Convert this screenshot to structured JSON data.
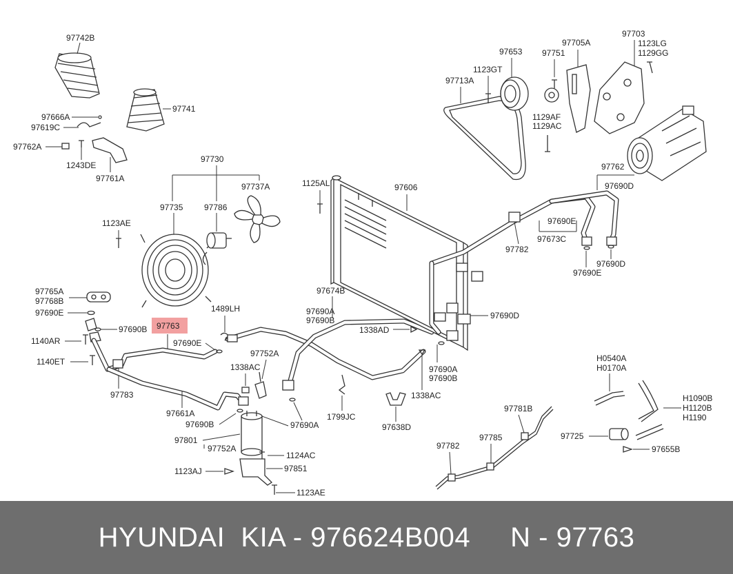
{
  "labels": {
    "l97742b": "97742B",
    "l97741": "97741",
    "l97666a": "97666A",
    "l97619c": "97619C",
    "l97762a": "97762A",
    "l1243de": "1243DE",
    "l97761a": "97761A",
    "l97730": "97730",
    "l97735": "97735",
    "l97786": "97786",
    "l97737a": "97737A",
    "l1123ae_top": "1123AE",
    "l97765a": "97765A",
    "l97768b": "97768B",
    "l97690e_left": "97690E",
    "l97690b_left": "97690B",
    "l97763": "97763",
    "l1140ar": "1140AR",
    "l1140et": "1140ET",
    "l97783": "97783",
    "l1489lh": "1489LH",
    "l97690e_mid": "97690E",
    "l97661a": "97661A",
    "l97674b": "97674B",
    "l97690a_mid": "97690A",
    "l97690b_mid": "97690B",
    "l1338ad": "1338AD",
    "l97752a_top": "97752A",
    "l1338ac_left": "1338AC",
    "l97690b_low": "97690B",
    "l97690a_low": "97690A",
    "l97801": "97801",
    "l97752a_low": "97752A",
    "l1124ac": "1124AC",
    "l1123aj": "1123AJ",
    "l97851": "97851",
    "l1123ae_bottom": "1123AE",
    "l1799jc": "1799JC",
    "l97638d": "97638D",
    "l1338ac_right": "1338AC",
    "l97690a_right": "97690A",
    "l97690b_right": "97690B",
    "l1125al": "1125AL",
    "l97606": "97606",
    "l97690d_mid": "97690D",
    "l97782_upper": "97782",
    "l97673c": "97673C",
    "l97690e_right": "97690E",
    "l97690e_right2": "97690E",
    "l97762_right": "97762",
    "l97690d_top": "97690D",
    "l97690d_right": "97690D",
    "l97653": "97653",
    "l1123gt": "1123GT",
    "l97713a": "97713A",
    "l97751": "97751",
    "l97705a": "97705A",
    "l1129af": "1129AF",
    "l1129ac": "1129AC",
    "l97703": "97703",
    "l1123lg": "1123LG",
    "l1129gg": "1129GG",
    "l97781b": "97781B",
    "l97785": "97785",
    "l97782_lower": "97782",
    "lh0540a": "H0540A",
    "lh0170a": "H0170A",
    "lh1090b": "H1090B",
    "lh1120b": "H1120B",
    "lh1190": "H1190",
    "l97725": "97725",
    "l97655b": "97655B"
  },
  "highlight": {
    "color": "#f2a0a0"
  },
  "footer": {
    "text": "HYUNDAI  KIA - 976624B004     N - 97763"
  }
}
